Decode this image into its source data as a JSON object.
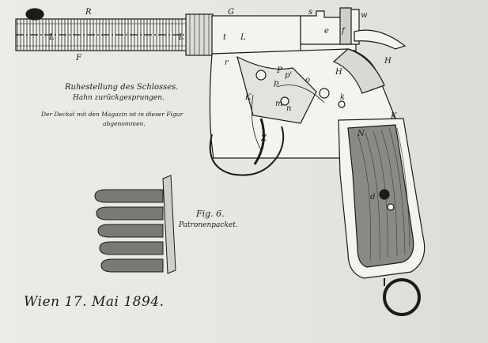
{
  "captions": {
    "title": "Ruhestellung des Schlosses.",
    "subtitle": "Hahn zurückgesprungen.",
    "note_line1": "Der Deckel mit den Magazin ist in dieser Figur",
    "note_line2": "abgenommen.",
    "figure_label": "Fig. 6.",
    "figure_sublabel": "Patronenpacket.",
    "signature": "Wien 17. Mai 1894."
  },
  "part_labels": [
    "R",
    "G",
    "s",
    "w",
    "L",
    "L",
    "t",
    "L",
    "e",
    "f",
    "F",
    "H",
    "r",
    "P",
    "p",
    "p'",
    "o",
    "H",
    "K",
    "m",
    "n",
    "k",
    "K",
    "N",
    "Z",
    "d"
  ],
  "colors": {
    "ink": "#1b1b1b",
    "paper": "#e9e8e2",
    "grip": "#6b6b6b"
  }
}
